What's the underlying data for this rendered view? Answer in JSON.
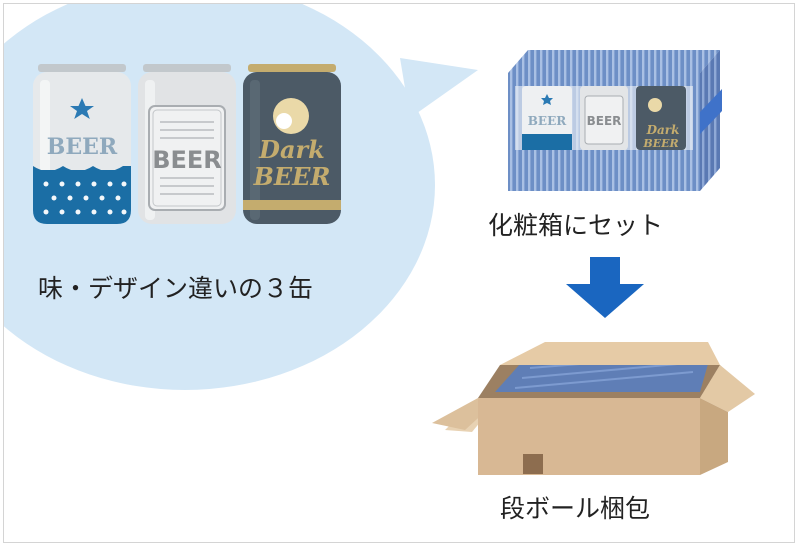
{
  "colors": {
    "bubble": "#d3e7f6",
    "frame": "#d4d4d4",
    "arrow": "#1a66c0",
    "accent_blue": "#1b6ea5",
    "dark_can": "#4c5a66",
    "gold": "#c4ac6e",
    "cardboard": "#d8b894"
  },
  "cans": {
    "caption": "味・デザイン違いの３缶",
    "can1_label": "BEER",
    "can2_label": "BEER",
    "can3_label_line1": "Dark",
    "can3_label_line2": "BEER"
  },
  "gift_box": {
    "caption": "化粧箱にセット",
    "can1_label": "BEER",
    "can2_label": "BEER",
    "can3_label_line1": "Dark",
    "can3_label_line2": "BEER"
  },
  "arrow_icon": "down-arrow-icon",
  "carton": {
    "caption": "段ボール梱包"
  }
}
